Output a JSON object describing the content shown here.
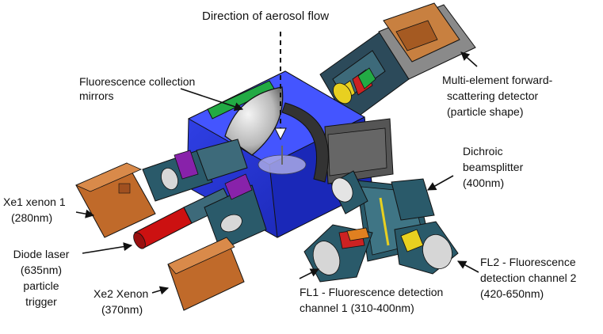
{
  "labels": {
    "aerosol_flow": "Direction of aerosol flow",
    "mirrors_1": "Fluorescence collection",
    "mirrors_2": "mirrors",
    "forward_1": "Multi-element forward-",
    "forward_2": "scattering detector",
    "forward_3": "(particle shape)",
    "dichroic_1": "Dichroic",
    "dichroic_2": "beamsplitter",
    "dichroic_3": "(400nm)",
    "xe1_1": "Xe1 xenon 1",
    "xe1_2": "(280nm)",
    "diode_1": "Diode laser",
    "diode_2": "(635nm)",
    "diode_3": "particle",
    "diode_4": "trigger",
    "xe2_1": "Xe2 Xenon",
    "xe2_2": "(370nm)",
    "fl1_1": "FL1 - Fluorescence detection",
    "fl1_2": "channel 1 (310-400nm)",
    "fl2_1": "FL2 - Fluorescence",
    "fl2_2": "detection channel 2",
    "fl2_3": "(420-650nm)"
  },
  "colors": {
    "chamber_blue": "#2233dd",
    "xenon_box": "#c06a2a",
    "laser_red": "#cc1111",
    "mirror_green": "#22aa44",
    "detector_teal": "#2a5a6a",
    "filter_yellow": "#e8d020",
    "filter_purple": "#8822aa"
  }
}
